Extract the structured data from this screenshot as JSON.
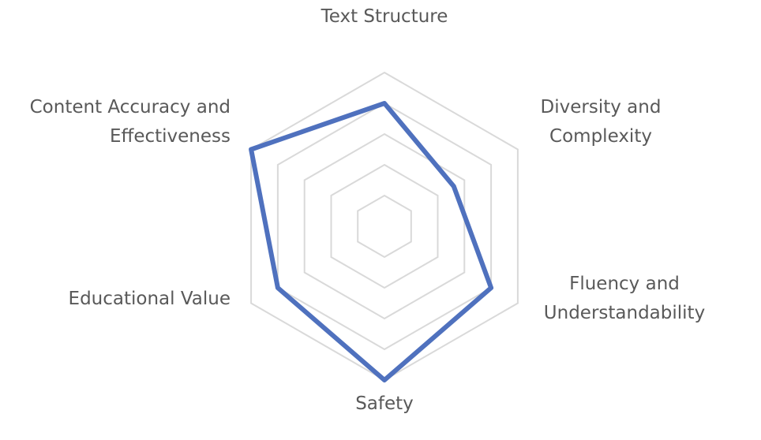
{
  "chart_data": {
    "type": "radar",
    "axes": [
      "Text Structure",
      "Diversity and Complexity",
      "Fluency and Understandability",
      "Safety",
      "Educational Value",
      "Content Accuracy and Effectiveness"
    ],
    "axis_label_lines": [
      [
        "Text Structure"
      ],
      [
        "Diversity and",
        "Complexity"
      ],
      [
        "Fluency and",
        "Understandability"
      ],
      [
        "Safety"
      ],
      [
        "Educational Value"
      ],
      [
        "Content Accuracy and",
        "Effectiveness"
      ]
    ],
    "series": [
      {
        "values": [
          0.8,
          0.52,
          0.8,
          1.0,
          0.8,
          1.0
        ]
      }
    ],
    "range": [
      0,
      1
    ],
    "rings": 5,
    "grid": true,
    "legend": "none",
    "colors": {
      "series": "#4f71be",
      "grid": "#d9d9d9",
      "label": "#595959"
    }
  }
}
